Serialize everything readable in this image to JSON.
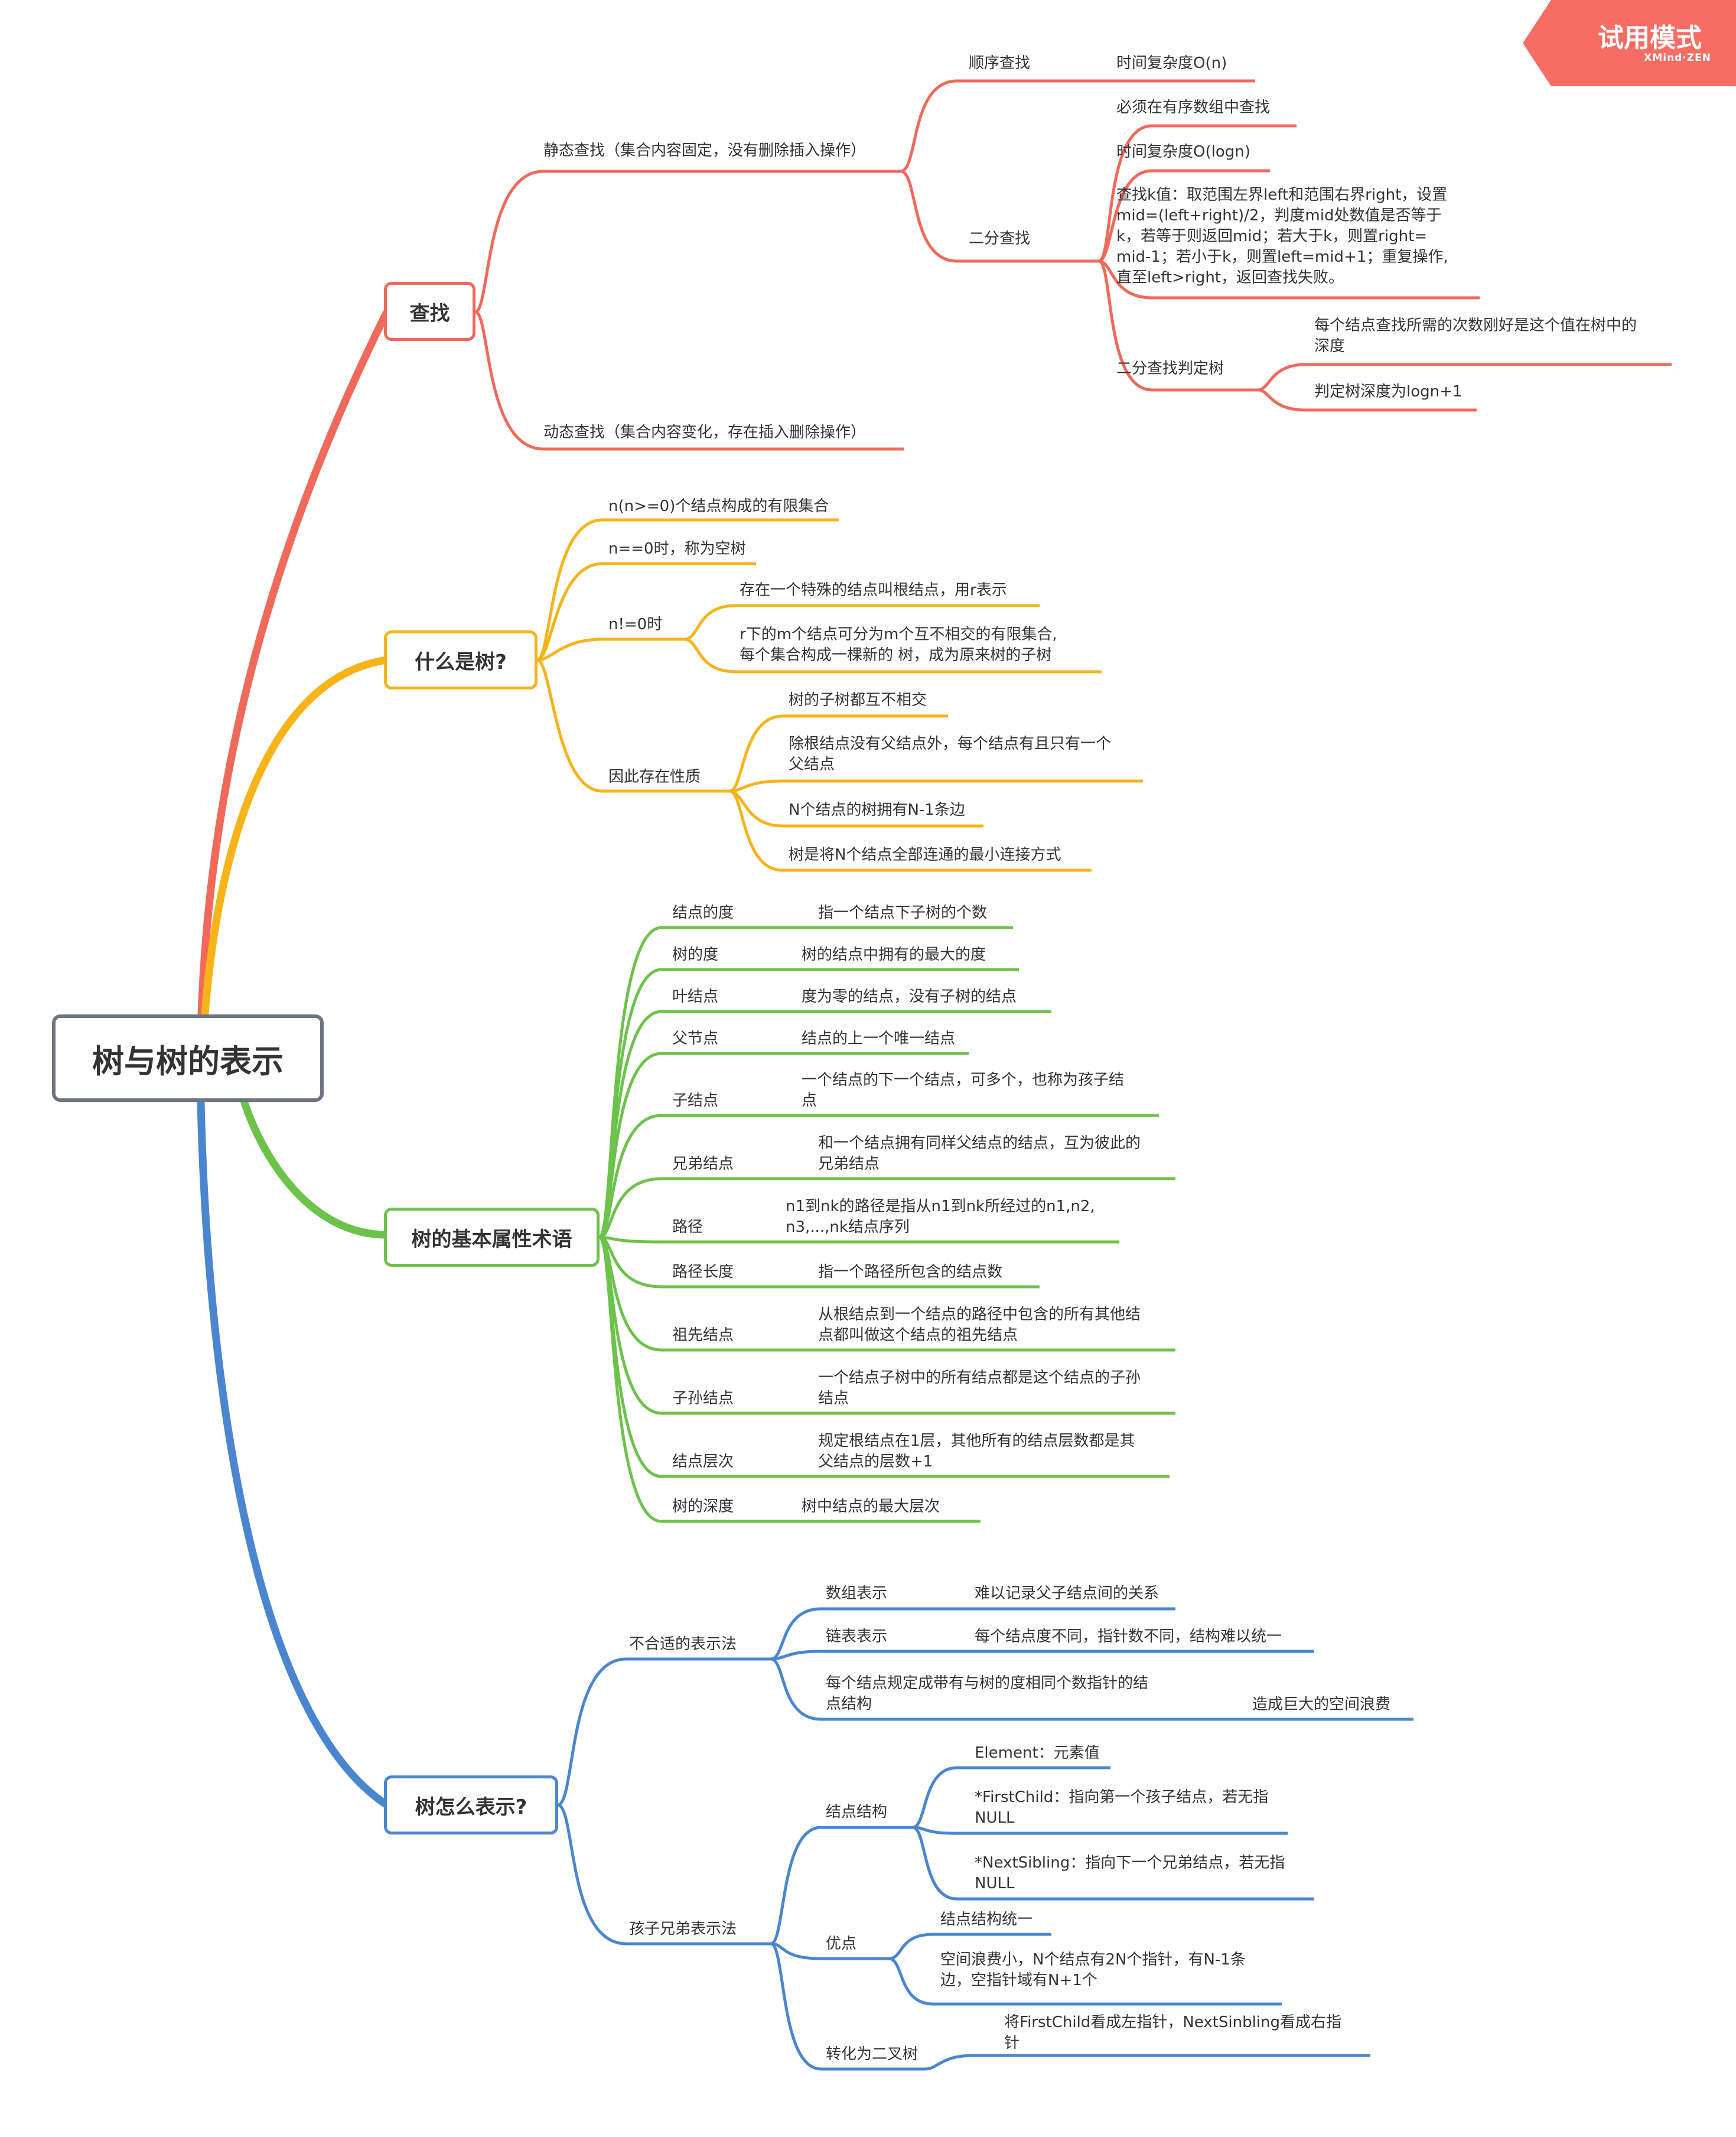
{
  "colors": {
    "red": "#F0695A",
    "orange": "#F8B319",
    "green": "#6CC24A",
    "blue": "#4A86CF",
    "root_border": "#6B7480",
    "badge": "#F76D63"
  },
  "badge": {
    "title": "试用模式",
    "sub": "XMind·ZEN"
  },
  "root": {
    "title": "树与树的表示"
  },
  "search": {
    "title": "查找",
    "static": "静态查找（集合内容固定，没有删除插入操作）",
    "sequential": "顺序查找",
    "seq_complexity": "时间复杂度O(n)",
    "binary": "二分查找",
    "bin_sorted": "必须在有序数组中查找",
    "bin_complexity": "时间复杂度O(logn)",
    "bin_steps": [
      "查找k值：取范围左界left和范围右界right，设置",
      "mid=(left+right)/2，判度mid处数值是否等于",
      "k，若等于则返回mid；若大于k，则置right=",
      "mid-1；若小于k，则置left=mid+1；重复操作,",
      "直至left>right，返回查找失败。"
    ],
    "decision_tree": "二分查找判定树",
    "dt_depth": [
      "每个结点查找所需的次数刚好是这个值在树中的",
      "深度"
    ],
    "dt_height": "判定树深度为logn+1",
    "dynamic": "动态查找（集合内容变化，存在插入删除操作）"
  },
  "what": {
    "title": "什么是树?",
    "finite": "n(n>=0)个结点构成的有限集合",
    "empty": "n==0时，称为空树",
    "nonzero": "n!=0时",
    "root_node": "存在一个特殊的结点叫根结点，用r表示",
    "subtrees": [
      "r下的m个结点可分为m个互不相交的有限集合,",
      "每个集合构成一棵新的 树，成为原来树的子树"
    ],
    "properties": "因此存在性质",
    "p1": "树的子树都互不相交",
    "p2": [
      "除根结点没有父结点外，每个结点有且只有一个",
      "父结点"
    ],
    "p3": "N个结点的树拥有N-1条边",
    "p4": "树是将N个结点全部连通的最小连接方式"
  },
  "terms": {
    "title": "树的基本属性术语",
    "items": [
      {
        "term": "结点的度",
        "desc": [
          "指一个结点下子树的个数"
        ]
      },
      {
        "term": "树的度",
        "desc": [
          "树的结点中拥有的最大的度"
        ]
      },
      {
        "term": "叶结点",
        "desc": [
          "度为零的结点，没有子树的结点"
        ]
      },
      {
        "term": "父节点",
        "desc": [
          "结点的上一个唯一结点"
        ]
      },
      {
        "term": "子结点",
        "desc": [
          "一个结点的下一个结点，可多个，也称为孩子结",
          "点"
        ]
      },
      {
        "term": "兄弟结点",
        "desc": [
          "和一个结点拥有同样父结点的结点，互为彼此的",
          "兄弟结点"
        ]
      },
      {
        "term": "路径",
        "desc": [
          "n1到nk的路径是指从n1到nk所经过的n1,n2,",
          "n3,...,nk结点序列"
        ]
      },
      {
        "term": "路径长度",
        "desc": [
          "指一个路径所包含的结点数"
        ]
      },
      {
        "term": "祖先结点",
        "desc": [
          "从根结点到一个结点的路径中包含的所有其他结",
          "点都叫做这个结点的祖先结点"
        ]
      },
      {
        "term": "子孙结点",
        "desc": [
          "一个结点子树中的所有结点都是这个结点的子孙",
          "结点"
        ]
      },
      {
        "term": "结点层次",
        "desc": [
          "规定根结点在1层，其他所有的结点层数都是其",
          "父结点的层数+1"
        ]
      },
      {
        "term": "树的深度",
        "desc": [
          "树中结点的最大层次"
        ]
      }
    ]
  },
  "repr": {
    "title": "树怎么表示?",
    "unsuitable": "不合适的表示法",
    "array": "数组表示",
    "array_issue": "难以记录父子结点间的关系",
    "linked": "链表表示",
    "linked_issue": "每个结点度不同，指针数不同，结构难以统一",
    "fixed": [
      "每个结点规定成带有与树的度相同个数指针的结",
      "点结构"
    ],
    "fixed_issue": "造成巨大的空间浪费",
    "child_sibling": "孩子兄弟表示法",
    "node_struct": "结点结构",
    "element": "Element：元素值",
    "first_child": [
      "*FirstChild：指向第一个孩子结点，若无指",
      "NULL"
    ],
    "next_sibling": [
      "*NextSibling：指向下一个兄弟结点，若无指",
      "NULL"
    ],
    "advantages": "优点",
    "adv1": "结点结构统一",
    "adv2": [
      "空间浪费小，N个结点有2N个指针，有N-1条",
      "边，空指针域有N+1个"
    ],
    "to_binary": "转化为二叉树",
    "to_binary_desc": [
      "将FirstChild看成左指针，NextSinbling看成右指",
      "针"
    ]
  }
}
